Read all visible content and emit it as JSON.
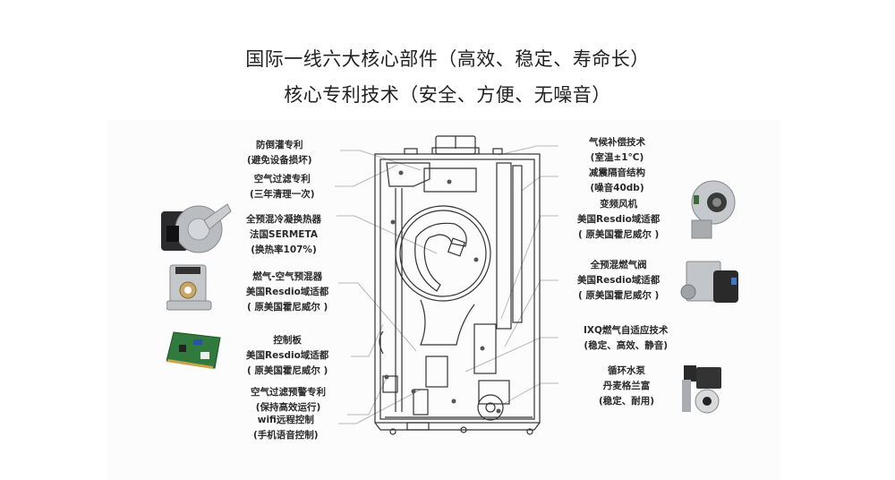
{
  "header": {
    "title_line1": "国际一线六大核心部件（高效、稳定、寿命长）",
    "title_line2": "核心专利技术（安全、方便、无噪音）"
  },
  "left_labels": [
    {
      "id": "anti-backflow",
      "lines": [
        "防倒灌专利",
        "(避免设备损坏)"
      ]
    },
    {
      "id": "air-filter",
      "lines": [
        "空气过滤专利",
        "(三年清理一次)"
      ]
    },
    {
      "id": "heat-exchanger",
      "lines": [
        "全预混冷凝换热器",
        "法国SERMETA",
        "(换热率107%)"
      ]
    },
    {
      "id": "premixer",
      "lines": [
        "燃气-空气预混器",
        "美国Resdio域适都",
        "( 原美国霍尼威尔 )"
      ]
    },
    {
      "id": "control-board",
      "lines": [
        "控制板",
        "美国Resdio域适都",
        "( 原美国霍尼威尔 )"
      ]
    },
    {
      "id": "filter-alarm",
      "lines": [
        "空气过滤预警专利",
        "(保持高效运行)"
      ]
    },
    {
      "id": "wifi-control",
      "lines": [
        "wifi远程控制",
        "(手机语音控制)"
      ]
    }
  ],
  "right_labels": [
    {
      "id": "weather-compensation",
      "lines": [
        "气候补偿技术",
        "(室温±1°C)"
      ]
    },
    {
      "id": "noise-reduction",
      "lines": [
        "减震隔音结构",
        "(噪音40db)"
      ]
    },
    {
      "id": "vfd-fan",
      "lines": [
        "变频风机",
        "美国Resdio域适都",
        "( 原美国霍尼威尔 )"
      ]
    },
    {
      "id": "gas-valve",
      "lines": [
        "全预混燃气阀",
        "美国Resdio域适都",
        "( 原美国霍尼威尔 )"
      ]
    },
    {
      "id": "ixq-adaptive",
      "lines": [
        "IXQ燃气自适应技术",
        "(稳定、高效、静音)"
      ]
    },
    {
      "id": "circulation-pump",
      "lines": [
        "循环水泵",
        "丹麦格兰富",
        "(稳定、耐用)"
      ]
    }
  ],
  "component_images": [
    {
      "id": "fan-left",
      "depicts": "blower fan"
    },
    {
      "id": "premixer",
      "depicts": "gas-air premixer"
    },
    {
      "id": "control-board",
      "depicts": "PCB control board"
    },
    {
      "id": "fan-right",
      "depicts": "variable frequency fan"
    },
    {
      "id": "gas-valve",
      "depicts": "premix gas valve"
    },
    {
      "id": "pump",
      "depicts": "circulation pump"
    }
  ],
  "colors": {
    "leader_line": "#b8b8b8",
    "outline": "#333333",
    "panel": "#fcfcfc"
  }
}
